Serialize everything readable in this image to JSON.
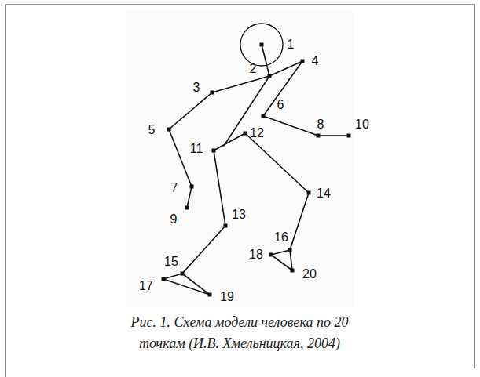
{
  "diagram": {
    "caption": "Рис. 1. Схема модели человека по 20 точкам (И.В. Хмельницкая, 2004)",
    "labels": [
      "1",
      "2",
      "3",
      "4",
      "5",
      "6",
      "7",
      "8",
      "9",
      "10",
      "11",
      "12",
      "13",
      "14",
      "15",
      "16",
      "17",
      "18",
      "19",
      "20"
    ]
  }
}
